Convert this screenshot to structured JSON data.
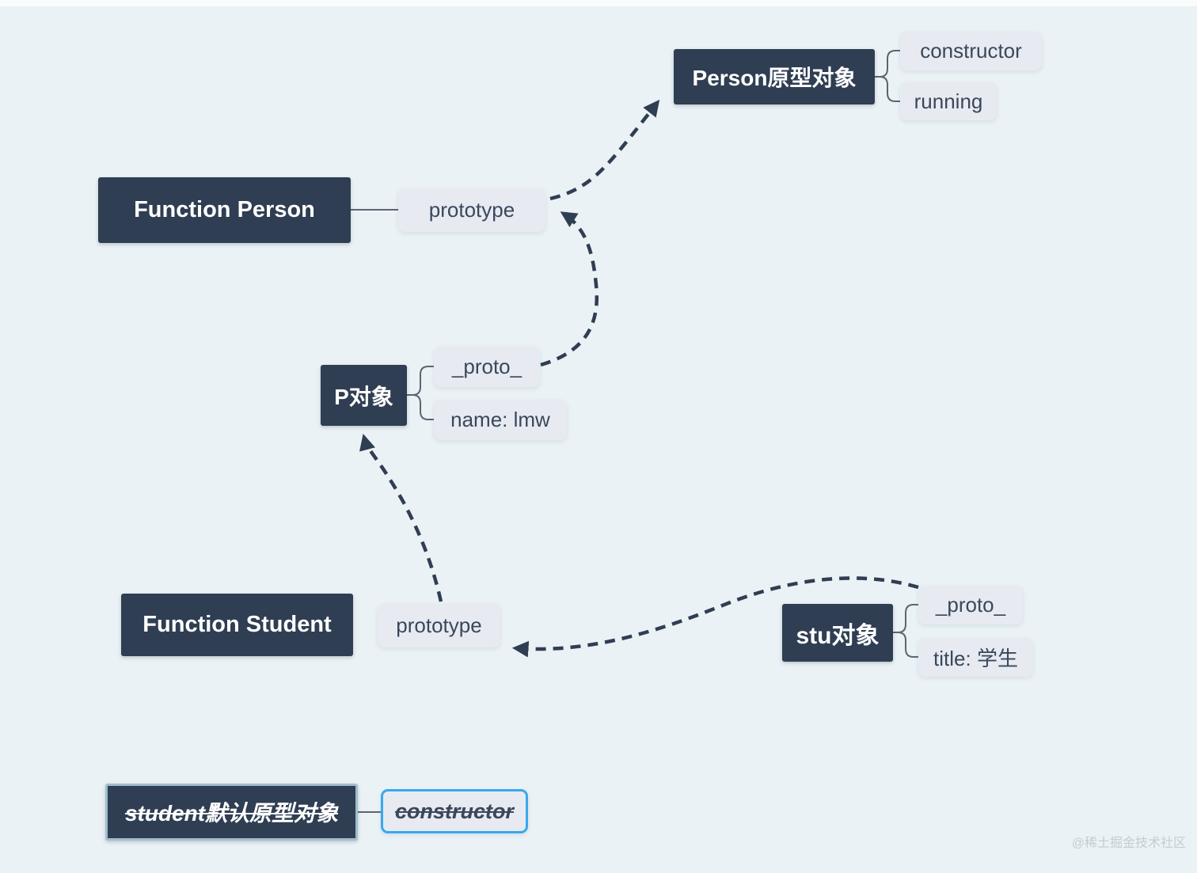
{
  "diagram": {
    "topic": "JavaScript prototype chain diagram",
    "nodes": {
      "person_prototype": {
        "label": "Person原型对象"
      },
      "constructor_top": {
        "label": "constructor"
      },
      "running": {
        "label": "running"
      },
      "function_person": {
        "label": "Function Person"
      },
      "prototype_person": {
        "label": "prototype"
      },
      "p_object": {
        "label": "P对象"
      },
      "proto_p": {
        "label": "_proto_"
      },
      "name_lmw": {
        "label": "name: lmw"
      },
      "function_student": {
        "label": "Function Student"
      },
      "prototype_student": {
        "label": "prototype"
      },
      "stu_object": {
        "label": "stu对象"
      },
      "proto_stu": {
        "label": "_proto_"
      },
      "title_student": {
        "label": "title: 学生"
      },
      "student_default_prototype": {
        "label": "student默认原型对象"
      },
      "constructor_bottom": {
        "label": "constructor"
      }
    },
    "edges": [
      {
        "from": "prototype_person",
        "to": "person_prototype",
        "style": "dashed-arrow"
      },
      {
        "from": "proto_p",
        "to": "prototype_person",
        "style": "dashed-arrow"
      },
      {
        "from": "prototype_student",
        "to": "p_object",
        "style": "dashed-arrow"
      },
      {
        "from": "proto_stu",
        "to": "prototype_student",
        "style": "dashed-arrow"
      },
      {
        "from": "function_person",
        "to": "prototype_person",
        "style": "line"
      },
      {
        "from": "person_prototype",
        "to": "constructor_top",
        "style": "line"
      },
      {
        "from": "person_prototype",
        "to": "running",
        "style": "line"
      },
      {
        "from": "p_object",
        "to": "proto_p",
        "style": "line"
      },
      {
        "from": "p_object",
        "to": "name_lmw",
        "style": "line"
      },
      {
        "from": "function_student",
        "to": "prototype_student",
        "style": "line"
      },
      {
        "from": "stu_object",
        "to": "proto_stu",
        "style": "line"
      },
      {
        "from": "stu_object",
        "to": "title_student",
        "style": "line"
      },
      {
        "from": "student_default_prototype",
        "to": "constructor_bottom",
        "style": "line"
      }
    ],
    "colors": {
      "background": "#eaf2f5",
      "dark_node": "#2f3e52",
      "light_node": "#e7ebf1",
      "light_node_text": "#3b475c",
      "connector": "#5c6573",
      "dashed_arrow": "#2f3e52",
      "selection_blue": "#38a8ef",
      "selection_gray": "#9fbecd"
    },
    "watermark": "@稀土掘金技术社区"
  }
}
